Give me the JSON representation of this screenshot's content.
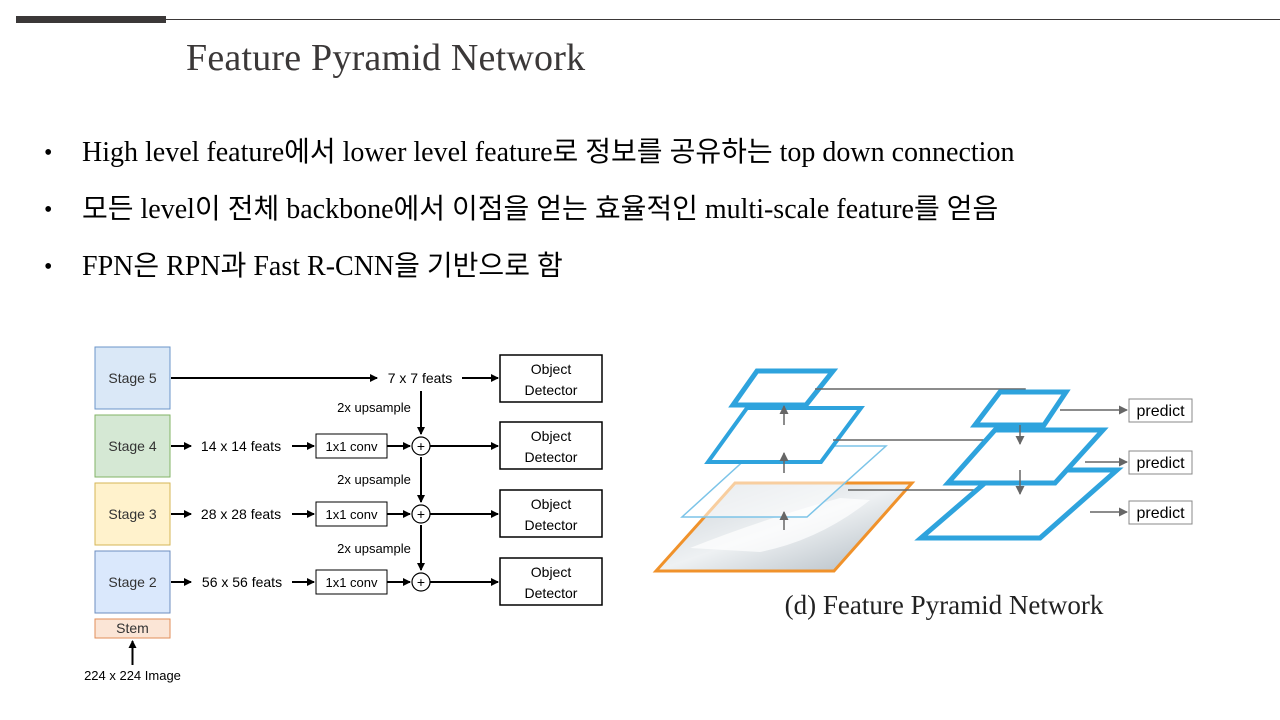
{
  "slide": {
    "title": "Feature Pyramid Network",
    "bullets": [
      "High level feature에서 lower level feature로 정보를 공유하는 top down connection",
      "모든 level이 전체 backbone에서 이점을 얻는 효율적인 multi-scale feature를 얻음",
      "FPN은 RPN과 Fast R-CNN을 기반으로 함"
    ]
  },
  "left_diagram": {
    "stages": [
      {
        "label": "Stage 5",
        "fill": "#dae8f7",
        "stroke": "#6b95c8"
      },
      {
        "label": "Stage 4",
        "fill": "#d5e8d4",
        "stroke": "#82b366"
      },
      {
        "label": "Stage 3",
        "fill": "#fff2cc",
        "stroke": "#d6b656"
      },
      {
        "label": "Stage 2",
        "fill": "#dae8fc",
        "stroke": "#6c8ebf"
      }
    ],
    "stem": {
      "label": "Stem",
      "fill": "#fbe5d6",
      "stroke": "#e08e5a"
    },
    "input": "224 x 224 Image",
    "feats": [
      "7 x 7 feats",
      "14 x 14 feats",
      "28 x 28 feats",
      "56 x 56 feats"
    ],
    "conv": "1x1 conv",
    "upsample": "2x upsample",
    "detector": [
      "Object",
      "Detector"
    ],
    "plus": "+"
  },
  "right_diagram": {
    "predict": "predict",
    "caption": "(d) Feature Pyramid Network",
    "pyramid_color": "#2ea3dd",
    "image_border": "#f0922b"
  }
}
